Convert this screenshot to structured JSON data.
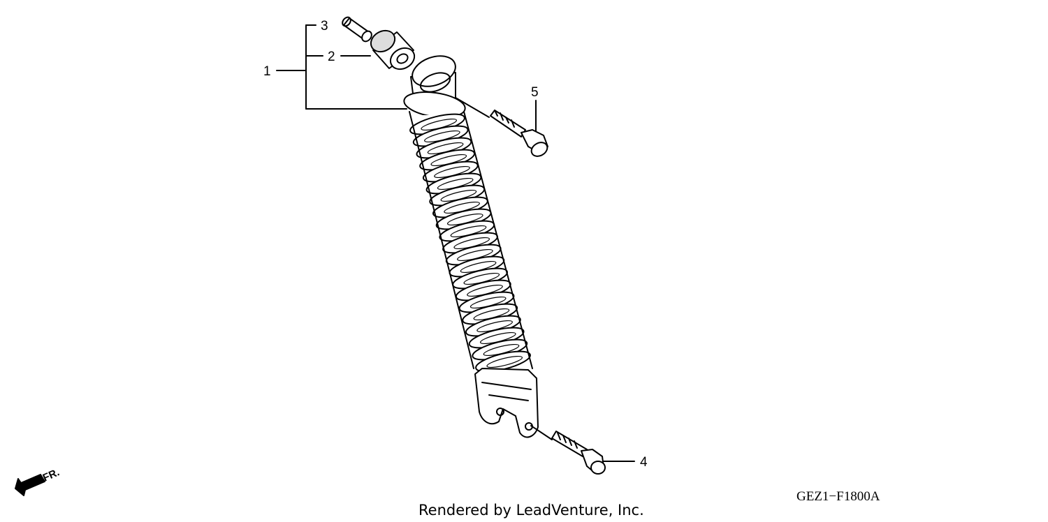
{
  "diagram": {
    "callouts": [
      {
        "id": "1",
        "label": "1"
      },
      {
        "id": "2",
        "label": "2"
      },
      {
        "id": "3",
        "label": "3"
      },
      {
        "id": "4",
        "label": "4"
      },
      {
        "id": "5",
        "label": "5"
      }
    ],
    "direction_marker": "FR.",
    "figure_code": "GEZ1−F1800A",
    "credit": "Rendered by LeadVenture, Inc."
  }
}
